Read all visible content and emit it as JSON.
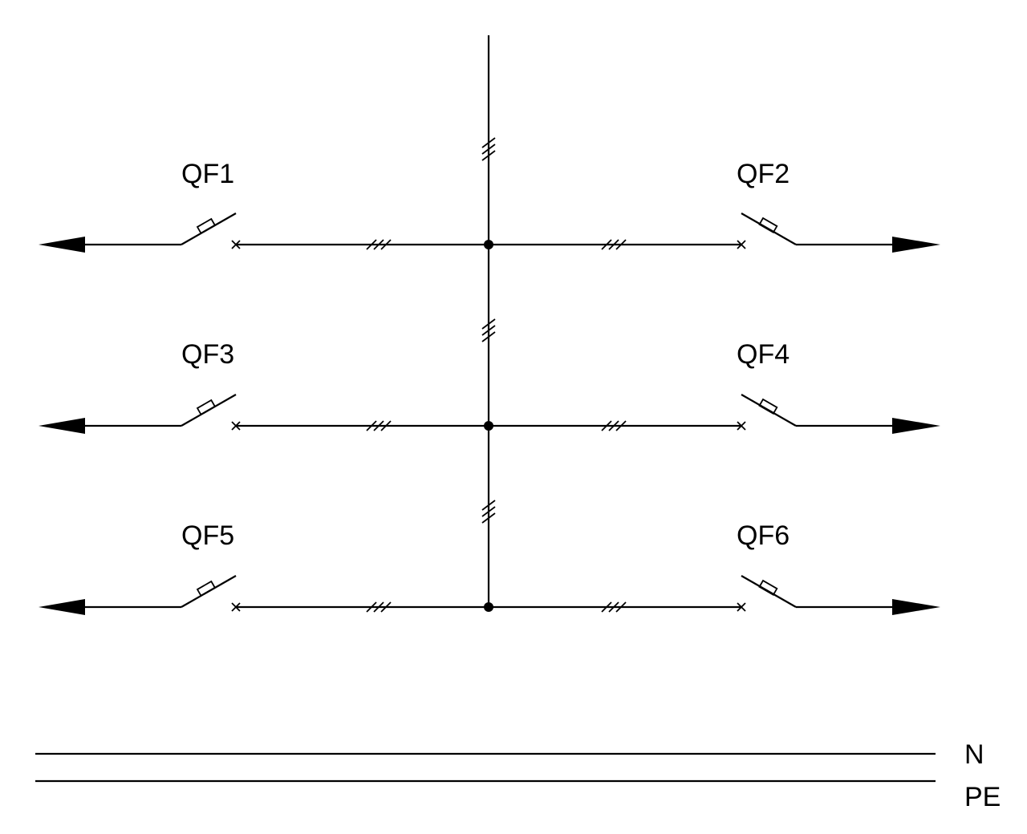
{
  "breakers": [
    {
      "id": "QF1",
      "side": "left"
    },
    {
      "id": "QF2",
      "side": "right"
    },
    {
      "id": "QF3",
      "side": "left"
    },
    {
      "id": "QF4",
      "side": "right"
    },
    {
      "id": "QF5",
      "side": "left"
    },
    {
      "id": "QF6",
      "side": "right"
    }
  ],
  "conductors": {
    "neutral": "N",
    "protective_earth": "PE"
  },
  "phases_marker": "3",
  "colors": {
    "line": "#000000",
    "background": "#ffffff"
  }
}
